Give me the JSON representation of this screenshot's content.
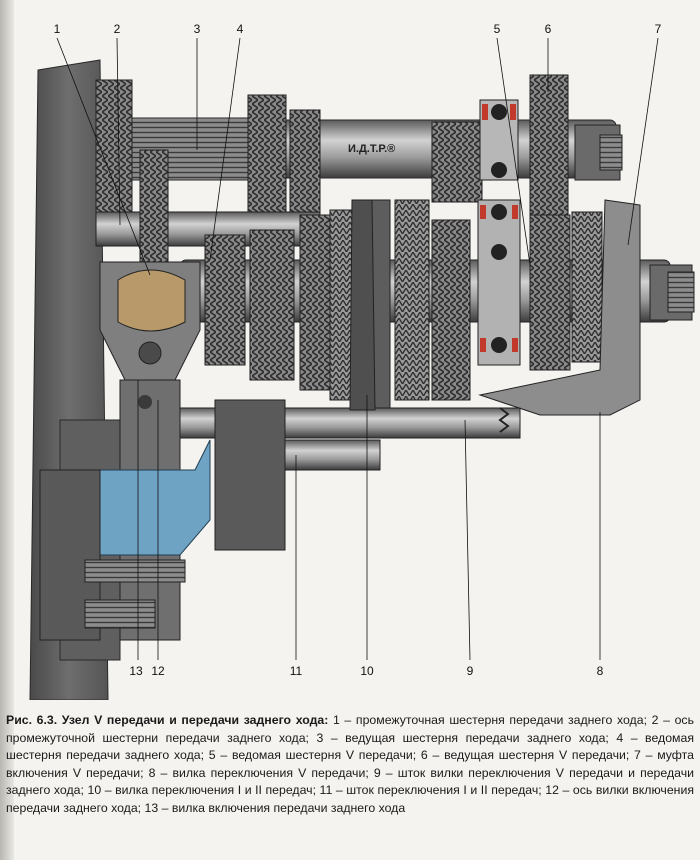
{
  "figure": {
    "caption_title": "Рис. 6.3. Узел V передачи и передачи заднего хода:",
    "caption_body": "1 – промежуточная шестерня передачи заднего хода; 2 – ось промежуточной шестерни передачи заднего хода; 3 – ведущая шестерня передачи заднего хода; 4 – ведомая шестерня передачи заднего хода; 5 – ведомая шестерня V передачи; 6 – ведущая шестерня V передачи; 7 – муфта включения V передачи; 8 – вилка переключения V передачи; 9 – шток вилки переключения V передачи и передачи заднего хода; 10 – вилка переключения I и II передач; 11 – шток переключения I и II передач; 12 – ось вилки включения передачи заднего хода; 13 – вилка включения передачи заднего хода",
    "shaft_marking": "И.Д.Т.Р.®"
  },
  "callouts": {
    "n1": "1",
    "n2": "2",
    "n3": "3",
    "n4": "4",
    "n5": "5",
    "n6": "6",
    "n7": "7",
    "n8": "8",
    "n9": "9",
    "n10": "10",
    "n11": "11",
    "n12": "12",
    "n13": "13"
  },
  "colors": {
    "metal_dark": "#3a3a3a",
    "metal_mid": "#7a7a7a",
    "metal_light": "#bdbdbd",
    "bronze": "#b89a6a",
    "housing_blue": "#6fa3c4",
    "bearing_red": "#c0392b"
  }
}
